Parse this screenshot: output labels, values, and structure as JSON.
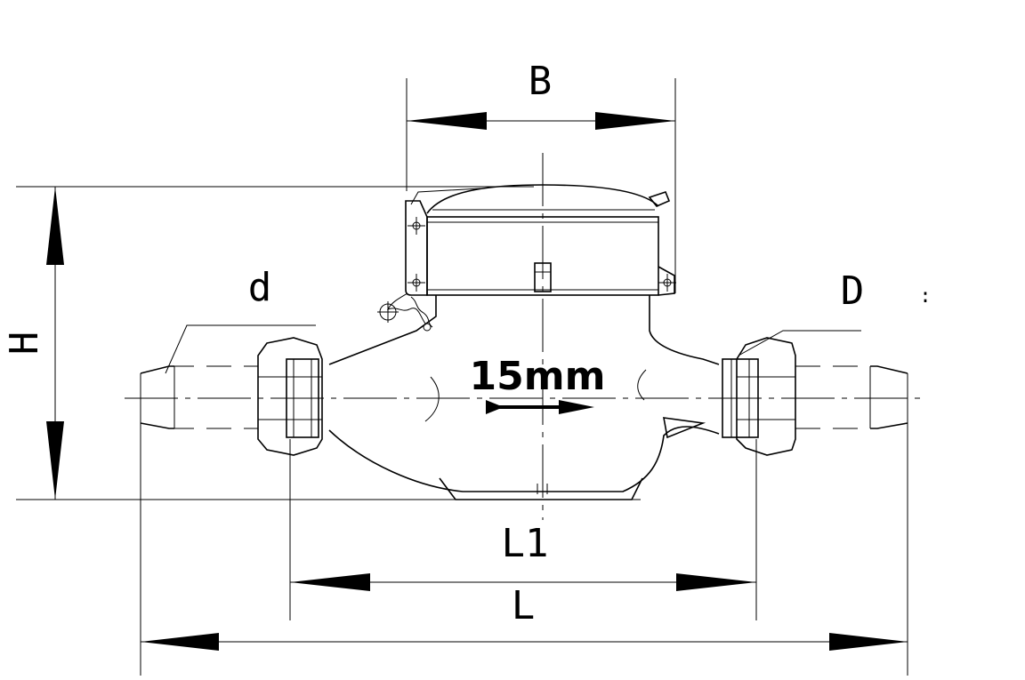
{
  "labels": {
    "width_b": "B",
    "height_h": "H",
    "inlet_d_small": "d",
    "outlet_d_large": "D",
    "length_l1": "L1",
    "length_l": "L",
    "nominal_size": "15mm",
    "stray_mark": ":"
  },
  "colors": {
    "line": "#000000",
    "background": "#ffffff"
  },
  "icons": {
    "flow_direction": "arrow-right-icon"
  }
}
